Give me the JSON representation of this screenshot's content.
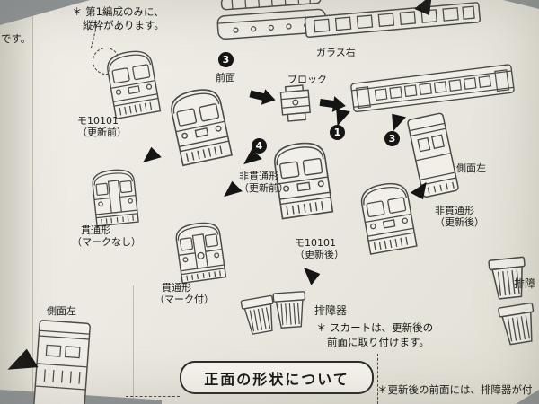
{
  "document": {
    "notes": {
      "frame_note_l1": "＊ 第1編成のみに、",
      "frame_note_l2": "縦枠があります。",
      "left_partial": "です。",
      "skirt_note_l1": "＊ スカートは、更新後の",
      "skirt_note_l2": "前面に取り付けます。",
      "bottom_right_note": "＊更新後の前面には、排障器が付"
    },
    "labels": {
      "front": "前面",
      "block": "ブロック",
      "glass_right": "ガラス右",
      "side_left_right": "側面左",
      "side_left_bottom": "側面左",
      "mo_before_l1": "モ10101",
      "mo_before_l2": "（更新前）",
      "mo_after_l1": "モ10101",
      "mo_after_l2": "（更新後）",
      "nonthrough_before_l1": "非貫通形",
      "nonthrough_before_l2": "（更新前）",
      "nonthrough_after_l1": "非貫通形",
      "nonthrough_after_l2": "（更新後）",
      "through_nomark_l1": "貫通形",
      "through_nomark_l2": "（マークなし）",
      "through_mark_l1": "貫通形",
      "through_mark_l2": "（マーク付）",
      "skirt": "排障器",
      "skirt_partial": "排障"
    },
    "steps": {
      "s1": "1",
      "s3a": "3",
      "s3b": "3",
      "s4": "4"
    },
    "heading": "正面の形状について"
  }
}
